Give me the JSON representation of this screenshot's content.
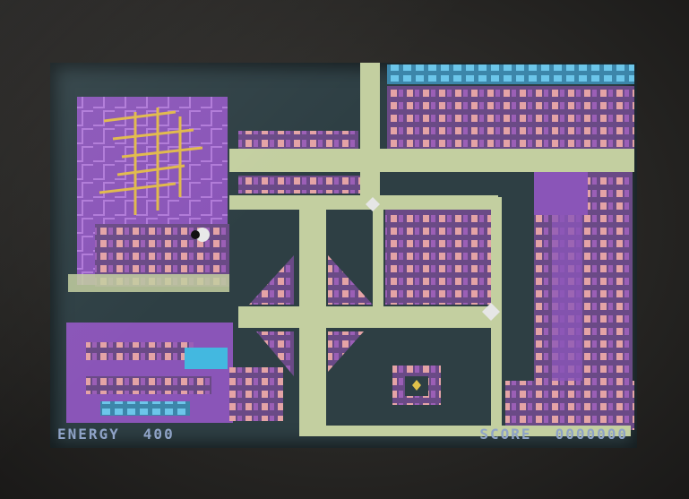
{
  "hud": {
    "energy_label": "ENERGY",
    "energy_value": "400",
    "score_label": "SCORE",
    "score_value": "0000000"
  },
  "colors": {
    "background": "#2e3f44",
    "wall_purple": "#8a55b8",
    "pipe_green": "#c3cfa0",
    "block_pink": "#e4a3a6",
    "block_blue": "#4fb0d8",
    "hud_text": "#8fa3c7"
  },
  "icons": {
    "player": "player-ship-icon",
    "pickup": "pinwheel-pickup-icon"
  }
}
